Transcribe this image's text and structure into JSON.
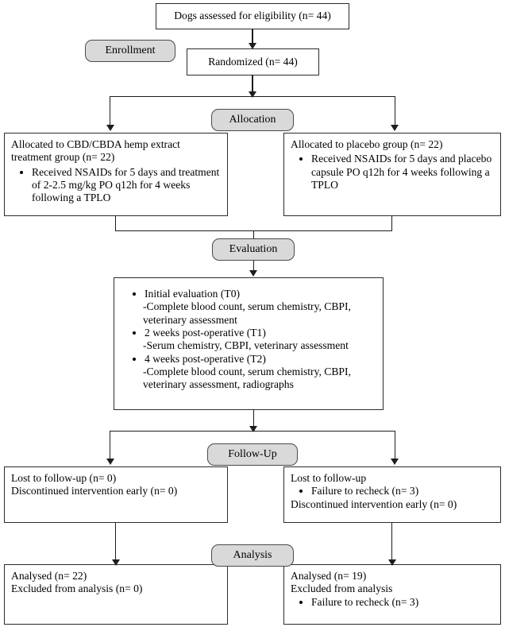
{
  "diagram": {
    "title": "CONSORT flow diagram",
    "stage_fill": "#d9d9d9",
    "box_border": "#2b2b2b",
    "line_color": "#1d1d1d"
  },
  "stages": {
    "enrollment": "Enrollment",
    "allocation": "Allocation",
    "evaluation": "Evaluation",
    "followup": "Follow-Up",
    "analysis": "Analysis"
  },
  "nodes": {
    "assessed": "Dogs assessed for eligibility (n= 44)",
    "randomized": "Randomized (n= 44)",
    "alloc_left": {
      "line1": "Allocated to CBD/CBDA hemp extract",
      "line2": "treatment group (n= 22)",
      "bullets": [
        "Received NSAIDs for 5 days and treatment of 2-2.5 mg/kg PO q12h for 4 weeks following a TPLO"
      ]
    },
    "alloc_right": {
      "line1": "Allocated to placebo group (n= 22)",
      "bullets": [
        "Received NSAIDs for 5 days and placebo capsule PO q12h for 4 weeks following a TPLO"
      ]
    },
    "evaluation_box": {
      "items": [
        {
          "head": "Initial evaluation (T0)",
          "detail": "-Complete blood count, serum chemistry, CBPI, veterinary assessment"
        },
        {
          "head": "2 weeks post-operative (T1)",
          "detail": "-Serum chemistry, CBPI, veterinary assessment"
        },
        {
          "head": "4 weeks post-operative (T2)",
          "detail": "-Complete blood count, serum chemistry, CBPI, veterinary assessment, radiographs"
        }
      ]
    },
    "followup_left": {
      "line1": "Lost to follow-up (n= 0)",
      "line2": "Discontinued intervention early (n= 0)"
    },
    "followup_right": {
      "line1": "Lost to follow-up",
      "bullet": "Failure to recheck (n= 3)",
      "line2": "Discontinued intervention early (n= 0)"
    },
    "analysis_left": {
      "line1": "Analysed (n= 22)",
      "line2": "Excluded from analysis (n= 0)"
    },
    "analysis_right": {
      "line1": "Analysed (n= 19)",
      "line2": "Excluded from analysis",
      "bullet": "Failure to recheck (n= 3)"
    }
  }
}
